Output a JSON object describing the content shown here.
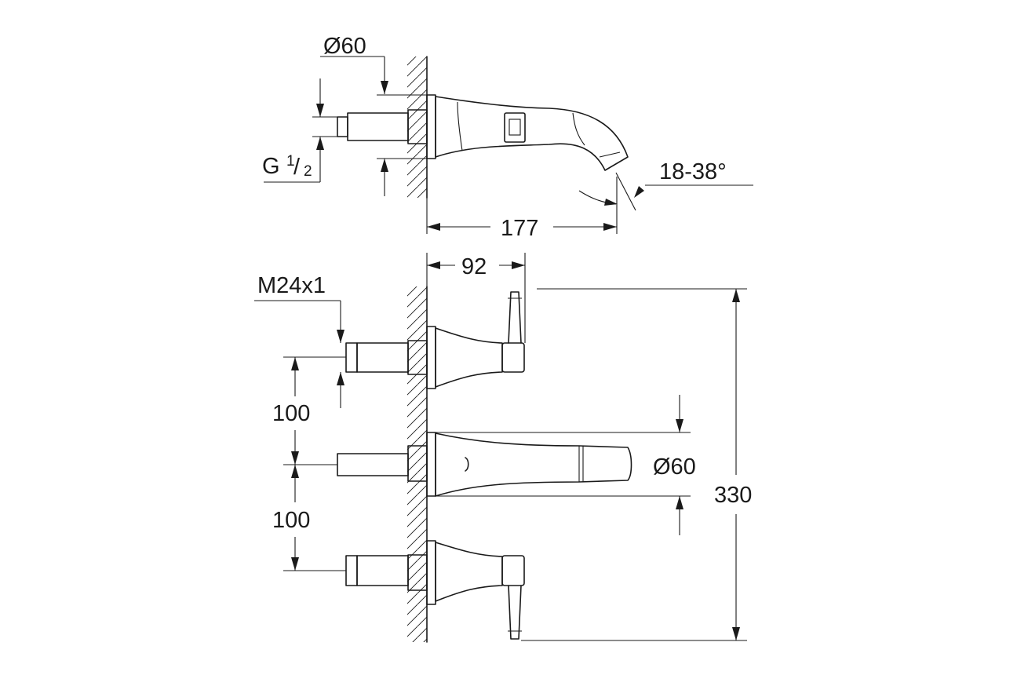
{
  "dimensions": {
    "dia_top": "Ø60",
    "thread_g": "G",
    "thread_num": "1",
    "thread_slash": "/",
    "thread_den": "2",
    "angle": "18-38°",
    "projection": "177",
    "lever_offset": "92",
    "thread_m": "M24x1",
    "spacing_upper": "100",
    "spacing_lower": "100",
    "dia_spout": "Ø60",
    "height_total": "330"
  }
}
